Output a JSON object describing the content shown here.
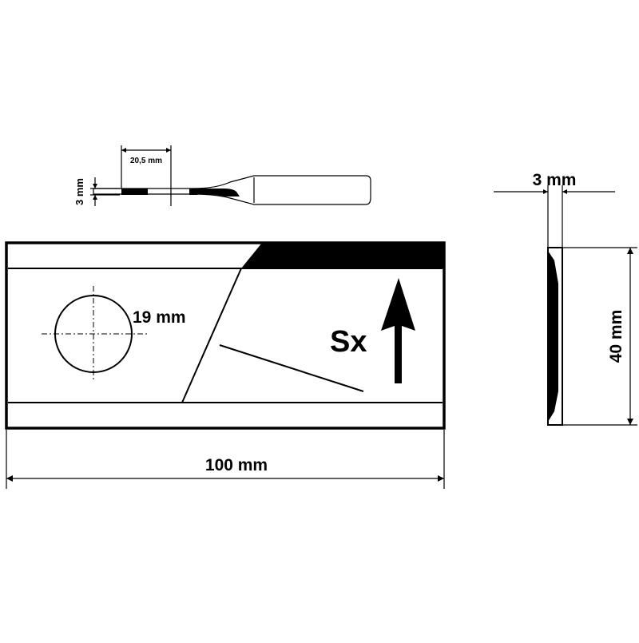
{
  "drawing": {
    "colors": {
      "line": "#000000",
      "background": "#ffffff"
    },
    "top_view": {
      "thickness_label": "3 mm",
      "offset_label": "20,5 mm"
    },
    "front_view": {
      "hole_diameter_label": "19 mm",
      "direction_label": "Sx",
      "direction_icon": "arrow-up-icon",
      "length_label": "100 mm"
    },
    "side_view": {
      "thickness_label": "3 mm",
      "width_label": "40 mm"
    }
  }
}
